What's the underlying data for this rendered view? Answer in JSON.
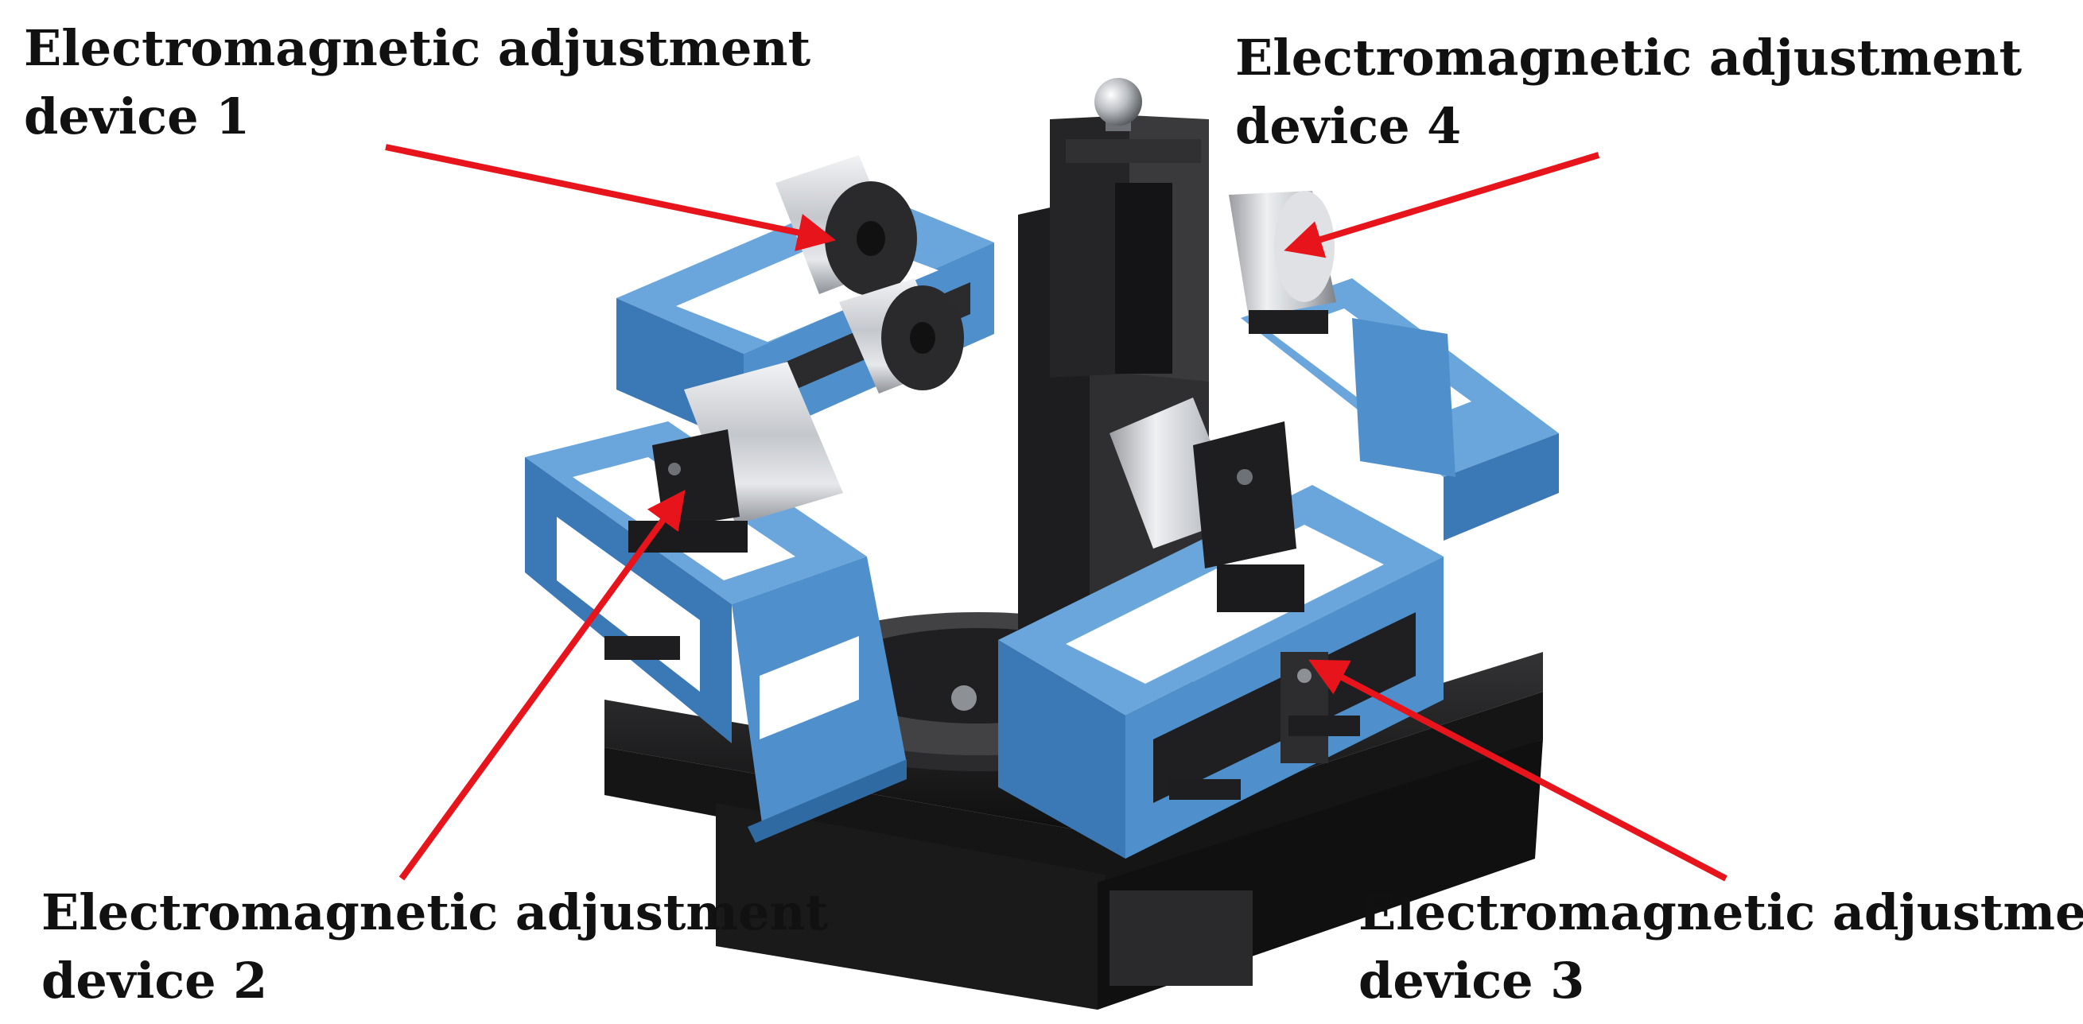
{
  "labels": {
    "device1": {
      "line1": "Electromagnetic adjustment",
      "line2": "device 1"
    },
    "device2": {
      "line1": "Electromagnetic adjustment",
      "line2": "device 2"
    },
    "device3": {
      "line1": "Electromagnetic adjustment",
      "line2": "device 3"
    },
    "device4": {
      "line1": "Electromagnetic adjustment",
      "line2": "device 4"
    }
  },
  "colors": {
    "frame_blue": "#4f8fcb",
    "frame_blue_dark": "#2f6aa3",
    "frame_blue_light": "#7fb4e3",
    "body_black": "#1c1c1c",
    "magnet_silver": "#c9cbcf",
    "arrow_red": "#e8141c",
    "text": "#111111"
  }
}
